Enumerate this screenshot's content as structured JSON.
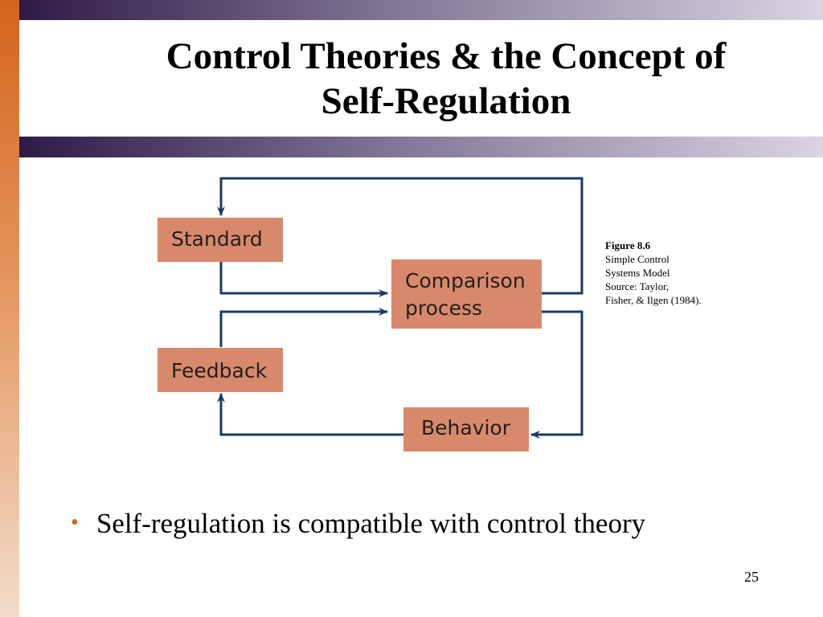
{
  "slide": {
    "title_line1": "Control Theories & the Concept of",
    "title_line2": "Self-Regulation",
    "page_number": "25"
  },
  "diagram": {
    "nodes": {
      "standard": "Standard",
      "comparison_line1": "Comparison",
      "comparison_line2": "process",
      "feedback": "Feedback",
      "behavior": "Behavior"
    },
    "edges": [
      {
        "from": "Standard",
        "to": "Comparison process"
      },
      {
        "from": "Feedback",
        "to": "Comparison process"
      },
      {
        "from": "Comparison process",
        "to": "Standard"
      },
      {
        "from": "Comparison process",
        "to": "Behavior"
      },
      {
        "from": "Behavior",
        "to": "Feedback"
      }
    ],
    "colors": {
      "box_fill": "#d9896b",
      "line": "#1b3a63"
    }
  },
  "caption": {
    "figure": "Figure 8.6",
    "line1": "Simple Control",
    "line2": "Systems Model",
    "line3": "Source: Taylor,",
    "line4": "Fisher, & Ilgen (1984)."
  },
  "bullets": [
    {
      "text": "Self-regulation is compatible with control theory"
    }
  ]
}
